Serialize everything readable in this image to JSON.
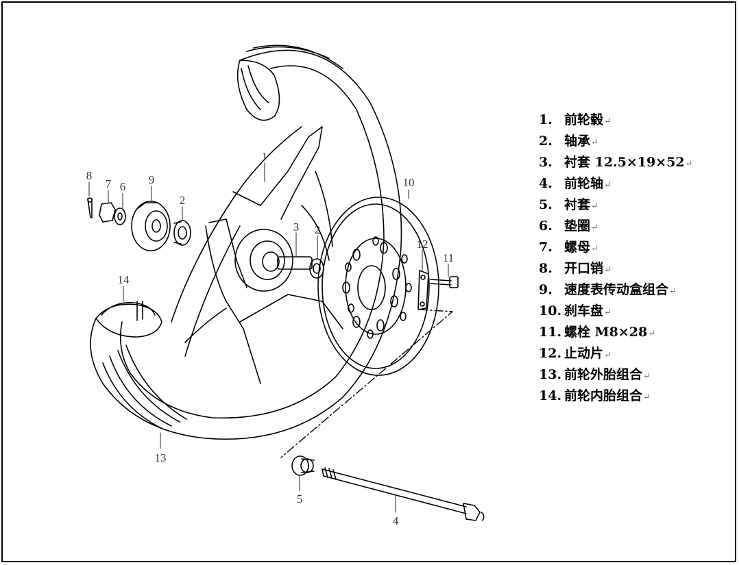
{
  "callouts": {
    "c1": "1",
    "c2a": "2",
    "c2b": "2",
    "c3": "3",
    "c4": "4",
    "c5": "5",
    "c6": "6",
    "c7": "7",
    "c8": "8",
    "c9": "9",
    "c10": "10",
    "c11": "11",
    "c12": "12",
    "c13": "13",
    "c14": "14"
  },
  "parts": [
    {
      "num": "1.",
      "name": "前轮毂"
    },
    {
      "num": "2.",
      "name": "轴承"
    },
    {
      "num": "3.",
      "name": "衬套 12.5×19×52"
    },
    {
      "num": "4.",
      "name": "前轮轴"
    },
    {
      "num": "5.",
      "name": "衬套"
    },
    {
      "num": "6.",
      "name": "垫圈"
    },
    {
      "num": "7.",
      "name": "螺母"
    },
    {
      "num": "8.",
      "name": "开口销"
    },
    {
      "num": "9.",
      "name": "速度表传动盒组合"
    },
    {
      "num": "10.",
      "name": "刹车盘"
    },
    {
      "num": "11.",
      "name": "螺栓 M8×28"
    },
    {
      "num": "12.",
      "name": "止动片"
    },
    {
      "num": "13.",
      "name": "前轮外胎组合"
    },
    {
      "num": "14.",
      "name": "前轮内胎组合"
    }
  ],
  "paragraph_mark": "↵"
}
